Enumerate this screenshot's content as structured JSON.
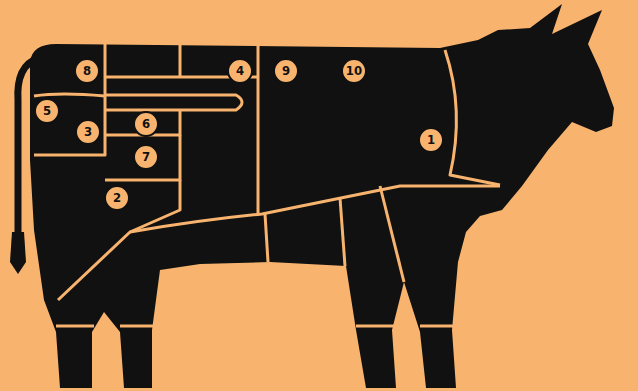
{
  "diagram": {
    "labels": [
      "8",
      "4",
      "9",
      "10",
      "5",
      "6",
      "3",
      "1",
      "7",
      "2"
    ]
  }
}
